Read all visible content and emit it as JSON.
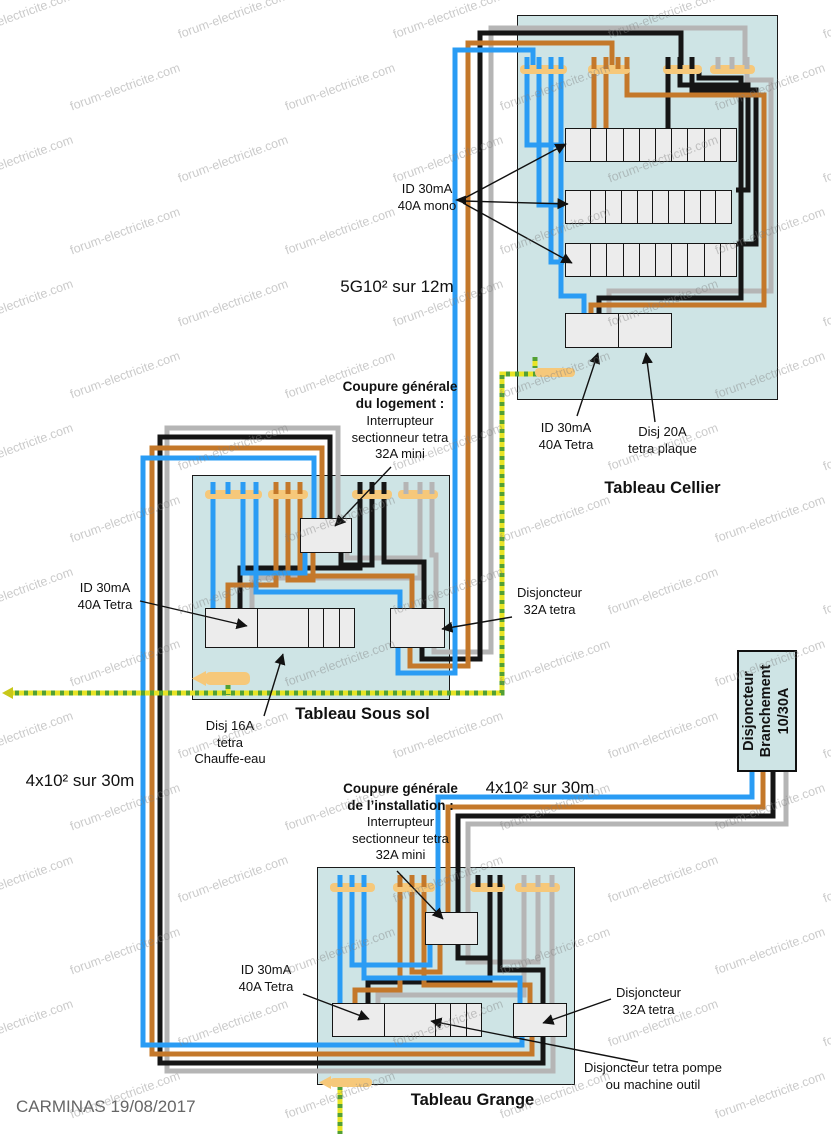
{
  "watermark": {
    "text": "forum-electricite.com"
  },
  "footer": "CARMINAS 19/08/2017",
  "colors": {
    "panel_fill": "#cee4e5",
    "breaker_fill": "#ececec",
    "busbar": "#f6c87a",
    "wire_blue": "#2a9cf4",
    "wire_brown": "#c4782a",
    "wire_black": "#151515",
    "wire_gray": "#b5b5b5",
    "ground_yellow": "#e8e426",
    "ground_green": "#53a033"
  },
  "cables": {
    "cellier_link": "5G10² sur 12m",
    "grange_soussol_link": "4x10² sur 30m",
    "branchement_grange_link": "4x10² sur 30m"
  },
  "branchement": {
    "label": "Disjoncteur\nBranchement\n10/30A"
  },
  "panels": {
    "cellier": {
      "title": "Tableau Cellier",
      "id_mono_label": "ID 30mA\n40A mono",
      "id_tetra_label": "ID 30mA\n40A Tetra",
      "disj20_label": "Disj 20A\ntetra plaque"
    },
    "sous_sol": {
      "title": "Tableau Sous sol",
      "coupure_title": "Coupure générale\ndu logement :",
      "coupure_detail": "Interrupteur\nsectionneur tetra\n32A mini",
      "id_tetra_label": "ID 30mA\n40A Tetra",
      "disj32_label": "Disjoncteur\n32A tetra",
      "disj16_label": "Disj 16A\ntetra\nChauffe-eau"
    },
    "grange": {
      "title": "Tableau Grange",
      "coupure_title": "Coupure générale\nde l’installation :",
      "coupure_detail": "Interrupteur\nsectionneur tetra\n32A mini",
      "id_tetra_label": "ID 30mA\n40A Tetra",
      "disj32_label": "Disjoncteur\n32A tetra",
      "disj_pompe_label": "Disjoncteur tetra pompe\nou machine outil"
    }
  }
}
